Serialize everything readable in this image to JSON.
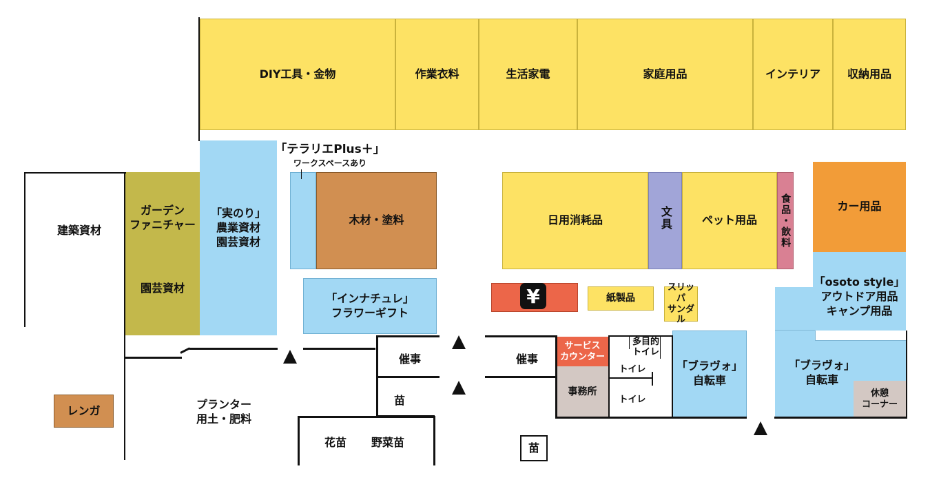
{
  "colors": {
    "yellow": "#fde264",
    "blue": "#a2d8f4",
    "olive": "#c3b84b",
    "brown": "#d18f51",
    "orange": "#f29c38",
    "red": "#ec6649",
    "purple": "#a1a5d8",
    "pink": "#d98093",
    "gray": "#d3c8c3"
  },
  "top_row": {
    "diy": "DIY工具・金物",
    "workwear": "作業衣料",
    "appliances": "生活家電",
    "household": "家庭用品",
    "interior": "インテリア",
    "storage": "収納用品"
  },
  "left": {
    "building_materials": "建築資材",
    "garden_furniture": "ガーデン\nファニチャー",
    "gardening": "園芸資材",
    "minori": "「実のり」\n農業資材\n園芸資材",
    "brick": "レンガ",
    "planter": "プランター\n用土・肥料"
  },
  "center": {
    "terarie_title": "「テラリエPlus＋」",
    "terarie_sub": "ワークスペースあり",
    "wood_paint": "木材・塗料",
    "innachure": "「インナチュレ」\nフラワーギフト",
    "daily_goods": "日用消耗品",
    "stationery": "文具",
    "pet": "ペット用品",
    "food": "食品・飲料",
    "atm_icon": "yen-icon",
    "atm_symbol": "¥",
    "paper": "紙製品",
    "slippers": "スリッパ\nサンダル"
  },
  "right": {
    "car": "カー用品",
    "outdoor": "「osoto style」\nアウトドア用品\nキャンプ用品",
    "bicycle_right": "「ブラヴォ」\n自転車",
    "rest": "休憩\nコーナー"
  },
  "bottom": {
    "event_left": "催事",
    "seedling_left": "苗",
    "flower_seedlings": "花苗",
    "vegetable_seedlings": "野菜苗",
    "event_right": "催事",
    "seedling_box": "苗",
    "service": "サービス\nカウンター",
    "office": "事務所",
    "multi_toilet": "多目的\nトイレ",
    "toilet1": "トイレ",
    "toilet2": "トイレ",
    "bicycle_center": "「ブラヴォ」\n自転車"
  }
}
